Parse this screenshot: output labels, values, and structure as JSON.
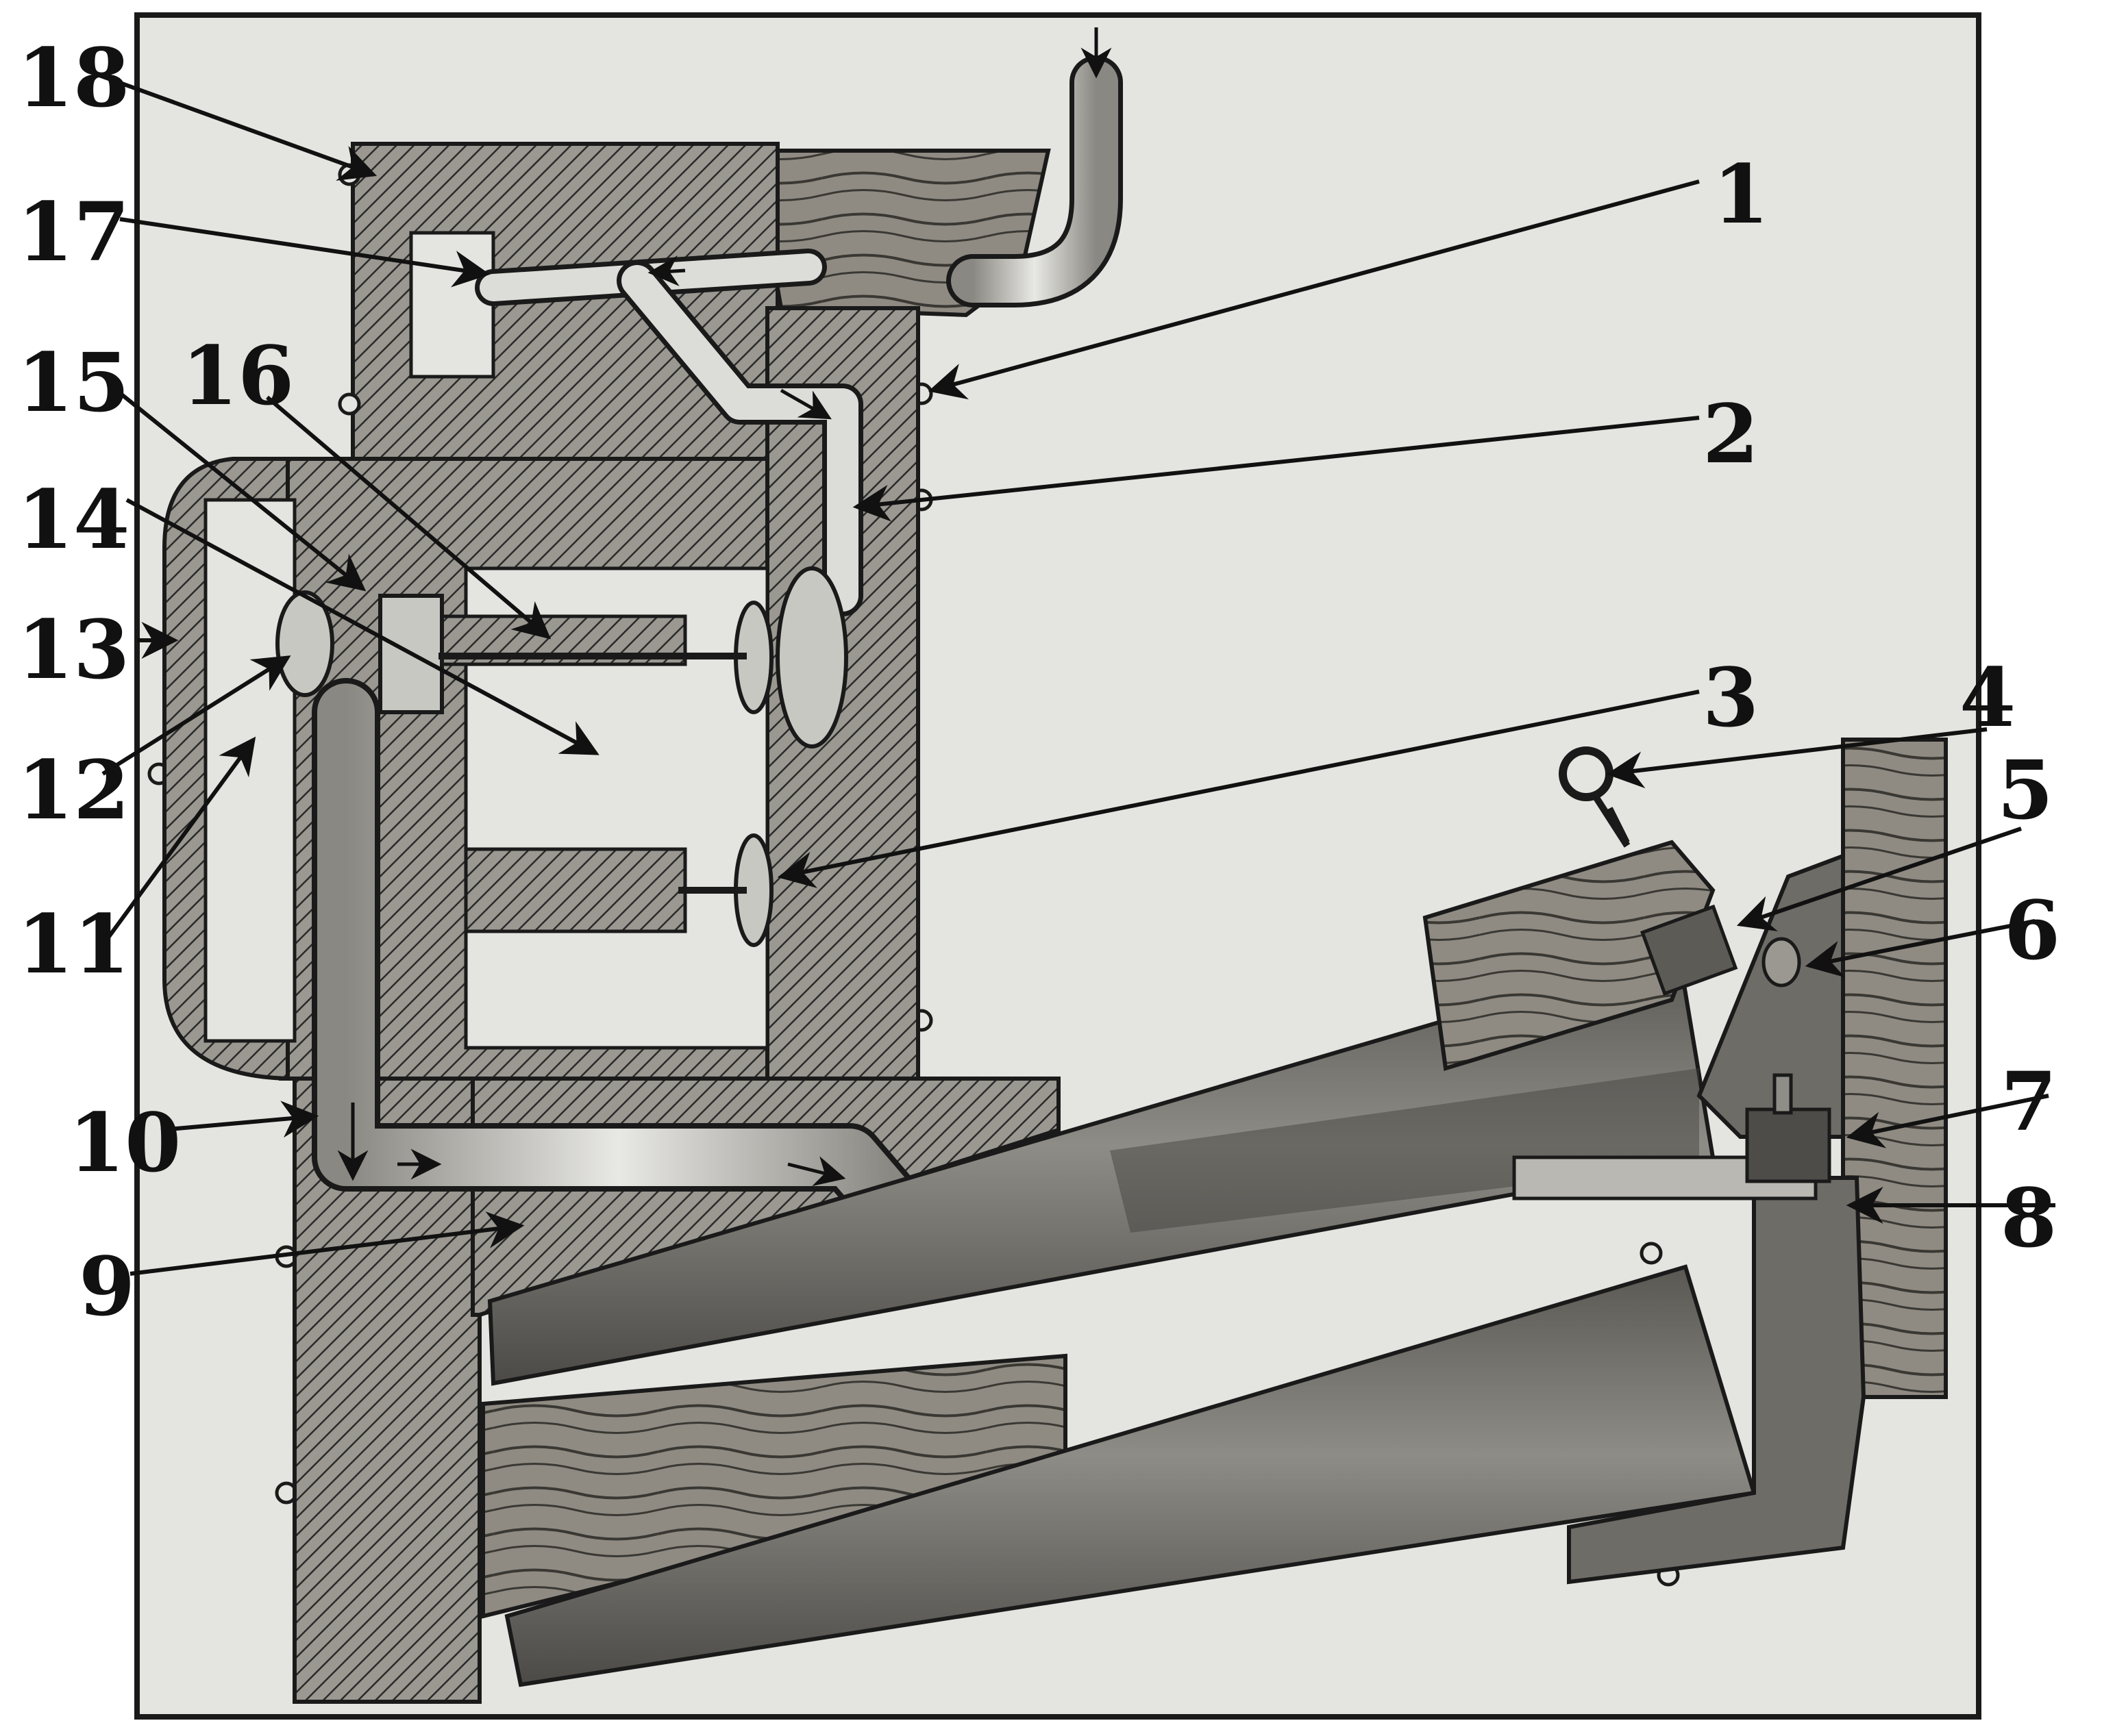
{
  "figure": {
    "background": "#e4e4e0",
    "ink": "#1a1a1a",
    "wood_fill": "#8f8b83",
    "metal_fill": "#6e6c67",
    "pipe_fill": "#dcdcd8"
  },
  "callouts": [
    {
      "id": "1",
      "text": "1"
    },
    {
      "id": "2",
      "text": "2"
    },
    {
      "id": "3",
      "text": "3"
    },
    {
      "id": "4",
      "text": "4"
    },
    {
      "id": "5",
      "text": "5"
    },
    {
      "id": "6",
      "text": "6"
    },
    {
      "id": "7",
      "text": "7"
    },
    {
      "id": "8",
      "text": "8"
    },
    {
      "id": "9",
      "text": "9"
    },
    {
      "id": "10",
      "text": "10"
    },
    {
      "id": "11",
      "text": "11"
    },
    {
      "id": "12",
      "text": "12"
    },
    {
      "id": "13",
      "text": "13"
    },
    {
      "id": "14",
      "text": "14"
    },
    {
      "id": "15",
      "text": "15"
    },
    {
      "id": "16",
      "text": "16"
    },
    {
      "id": "17",
      "text": "17"
    },
    {
      "id": "18",
      "text": "18"
    }
  ]
}
